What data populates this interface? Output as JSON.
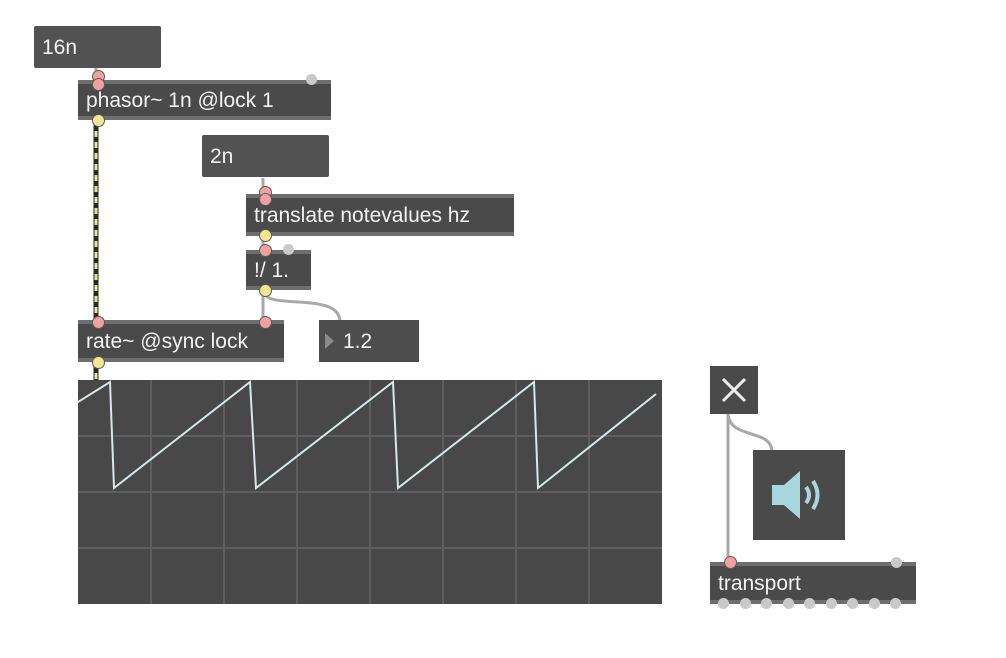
{
  "patch": {
    "messages": {
      "sixteenth": "16n",
      "half": "2n"
    },
    "objects": {
      "phasor": "phasor~ 1n @lock 1",
      "translate": "translate notevalues hz",
      "divide": "!/ 1.",
      "rate": "rate~ @sync lock",
      "transport": "transport"
    },
    "number_box": {
      "value": "1.2"
    },
    "scope": {
      "waveform": "sawtooth",
      "grid_columns": 8,
      "grid_rows": 4
    },
    "icons": {
      "toggle": "close-x-icon",
      "dac": "speaker-icon"
    },
    "colors": {
      "object_bg": "#4a4a4a",
      "object_text": "#f2f2f2",
      "patch_cord": "#a8a8a8",
      "signal_cord": "#e8e890",
      "inlet": "#f0a0a0",
      "outlet": "#f0e890",
      "scope_line": "#d5e8ea",
      "scope_grid": "#5e5e5e"
    }
  }
}
